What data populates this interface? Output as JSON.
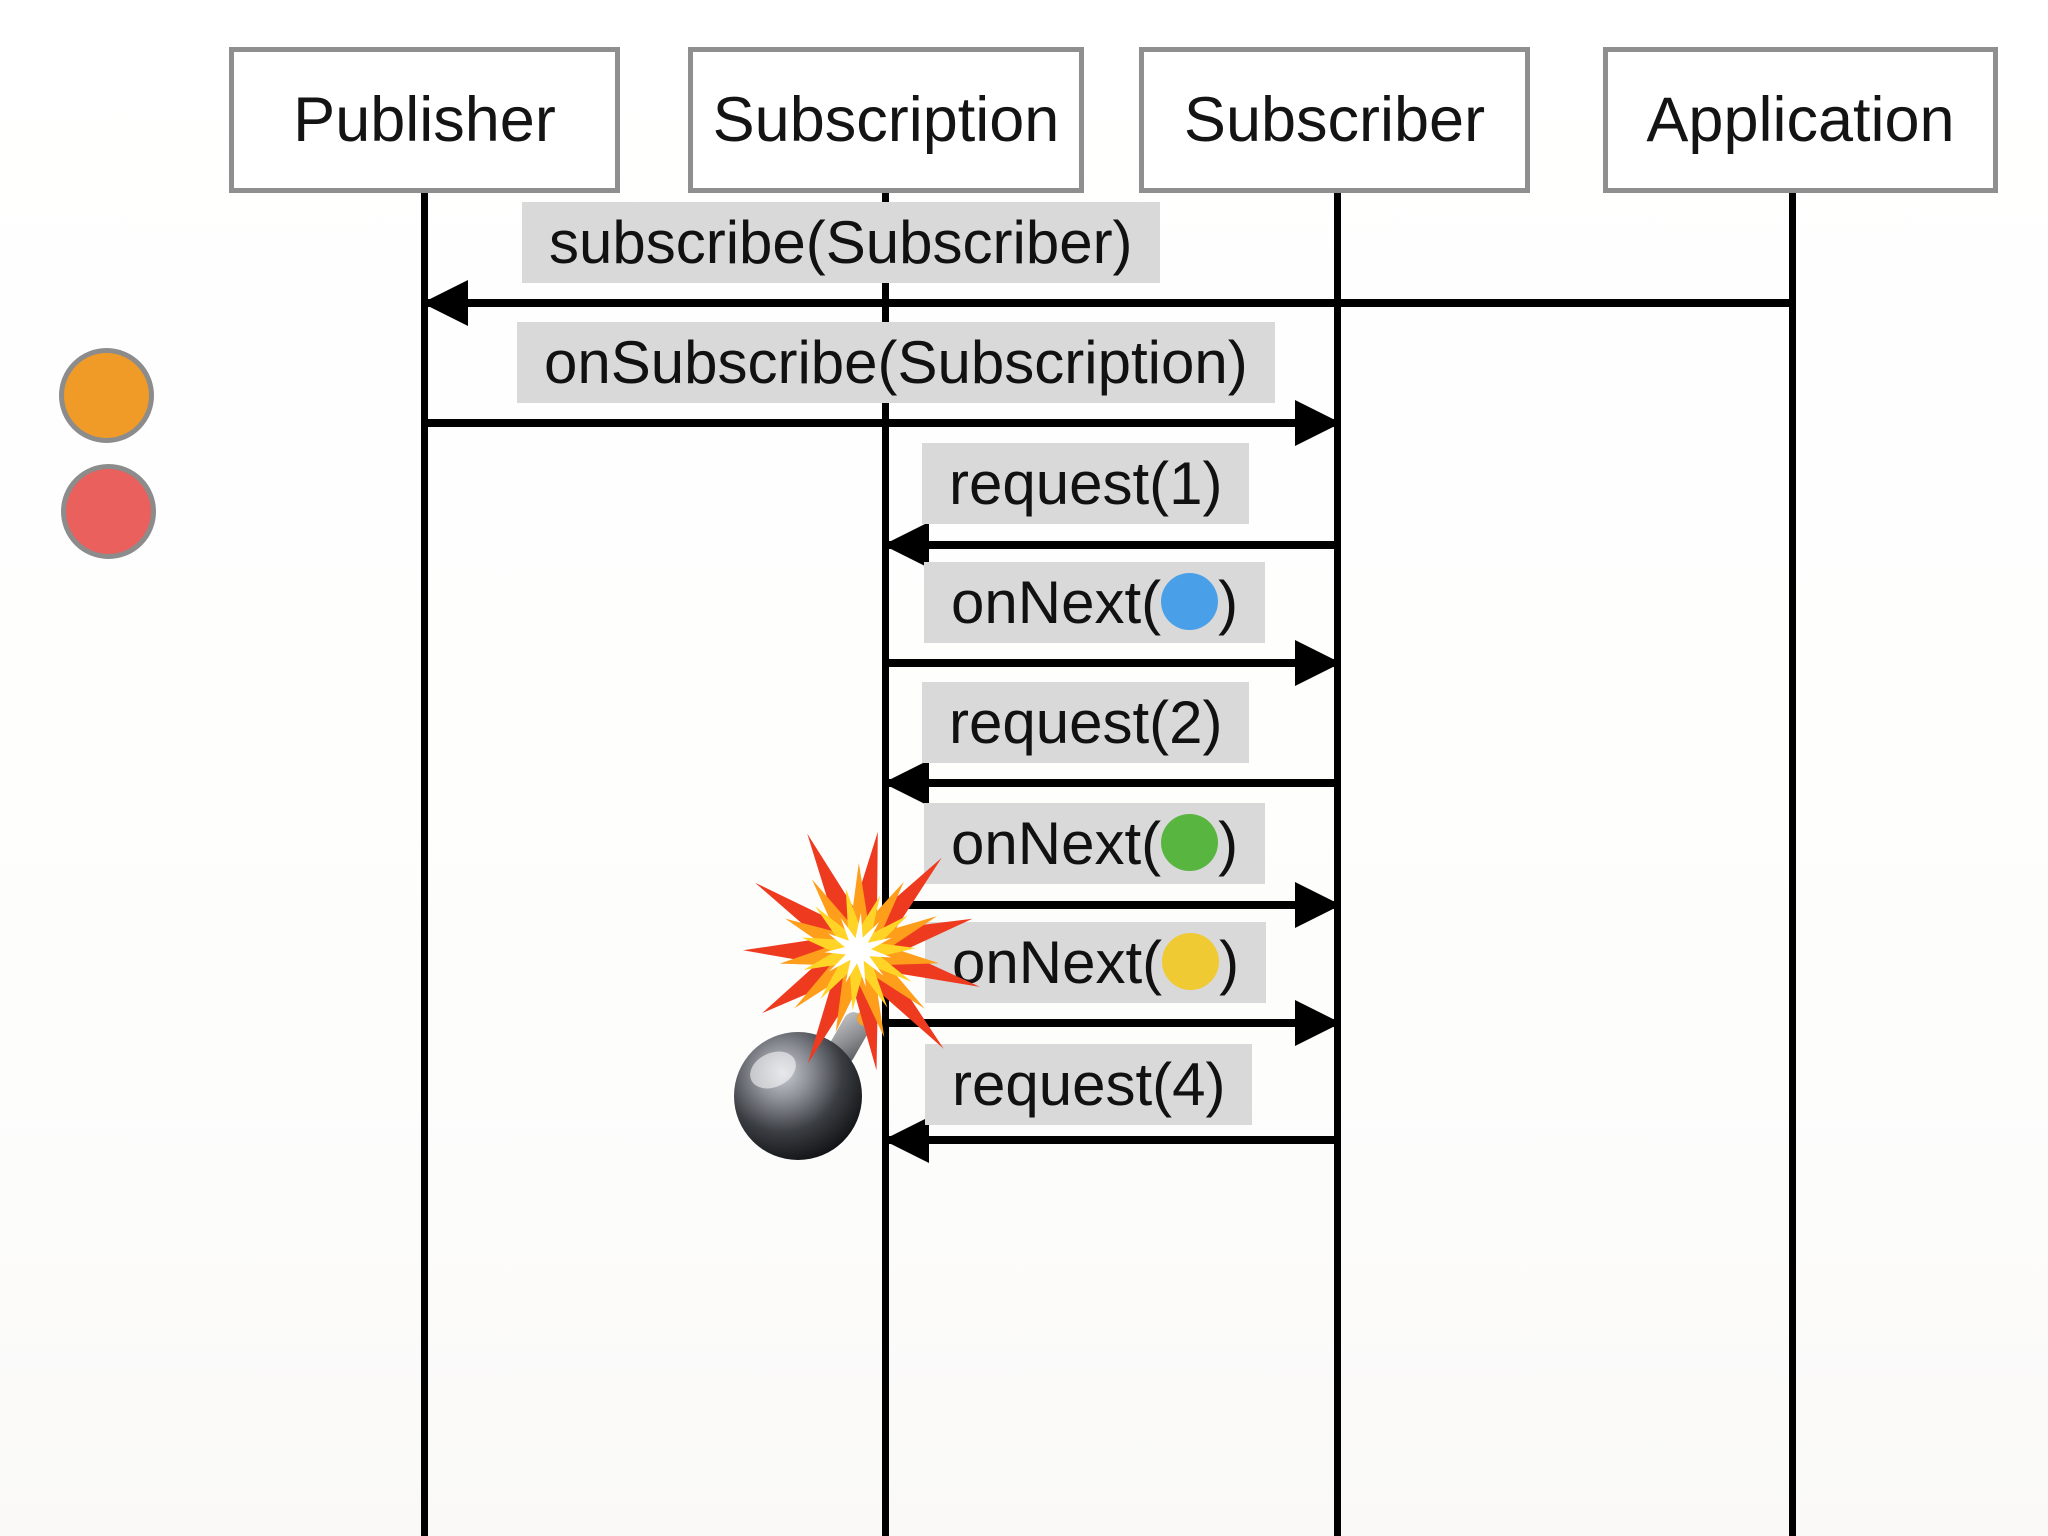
{
  "diagram": {
    "type": "sequence-diagram",
    "participants": [
      {
        "label": "Publisher"
      },
      {
        "label": "Subscription"
      },
      {
        "label": "Subscriber"
      },
      {
        "label": "Application"
      }
    ],
    "messages": [
      {
        "label": "subscribe(Subscriber)",
        "from": "Application",
        "to": "Publisher",
        "arrow_direction": "left"
      },
      {
        "label": "onSubscribe(Subscription)",
        "from": "Publisher",
        "to": "Subscriber",
        "arrow_direction": "right"
      },
      {
        "label": "request(1)",
        "from": "Subscriber",
        "to": "Subscription",
        "arrow_direction": "left"
      },
      {
        "label_prefix": "onNext(",
        "label_suffix": ")",
        "item_color": "#4AA0E8",
        "from": "Subscription",
        "to": "Subscriber",
        "arrow_direction": "right"
      },
      {
        "label": "request(2)",
        "from": "Subscriber",
        "to": "Subscription",
        "arrow_direction": "left"
      },
      {
        "label_prefix": "onNext(",
        "label_suffix": ")",
        "item_color": "#57B540",
        "from": "Subscription",
        "to": "Subscriber",
        "arrow_direction": "right"
      },
      {
        "label_prefix": "onNext(",
        "label_suffix": ")",
        "item_color": "#F0CA32",
        "from": "Subscription",
        "to": "Subscriber",
        "arrow_direction": "right"
      },
      {
        "label": "request(4)",
        "from": "Subscriber",
        "to": "Subscription",
        "arrow_direction": "left"
      }
    ],
    "pending_items": [
      {
        "name": "orange-item",
        "color": "#F09A28"
      },
      {
        "name": "red-item",
        "color": "#E9605C"
      }
    ],
    "icons": [
      {
        "name": "collision-explosion"
      },
      {
        "name": "bomb"
      }
    ],
    "colors": {
      "label_background": "#D9D9D9",
      "participant_border": "#8F8F8F",
      "line": "#000000",
      "item_ring": "#8C8C8C"
    }
  }
}
